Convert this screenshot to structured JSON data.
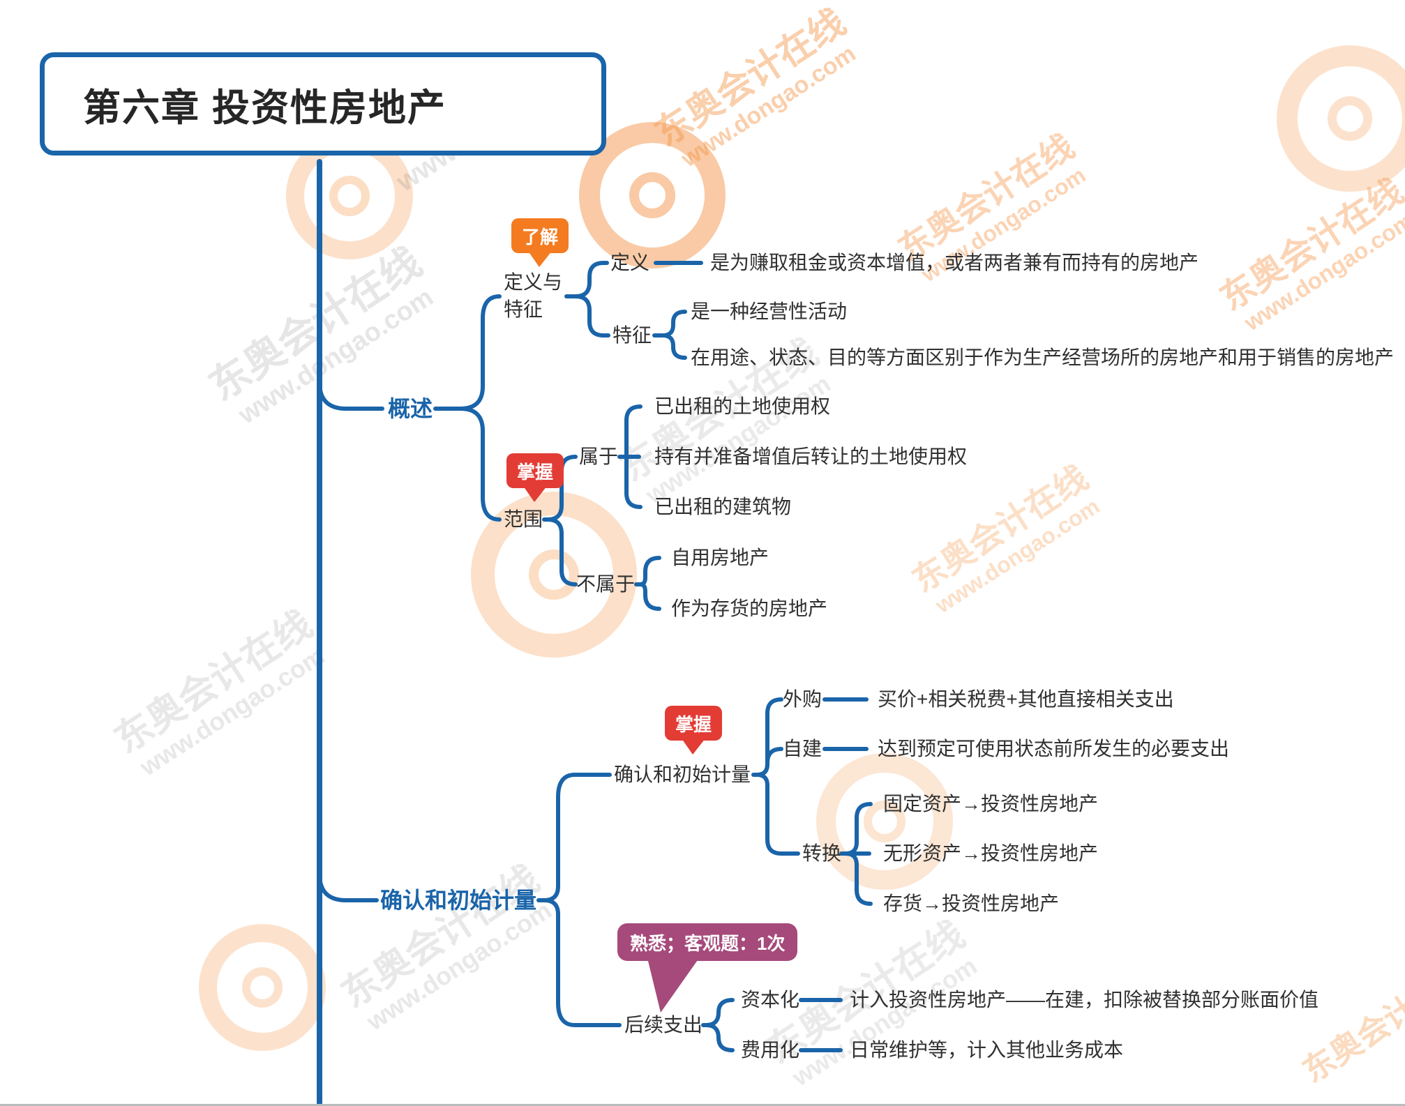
{
  "title": "第六章 投资性房地产",
  "watermark": {
    "line1": "东奥会计在线",
    "line2": "www.dongao.com"
  },
  "colors": {
    "line_blue": "#1A64A9",
    "badge_orange": "#F47B20",
    "badge_red": "#E23C35",
    "badge_purple": "#A54A7B",
    "text_dark": "#303030"
  },
  "badges": {
    "liaojie": "了解",
    "zhangwo_fanwei": "掌握",
    "zhangwo_queren": "掌握",
    "shuxi": "熟悉；客观题：1次"
  },
  "sections": {
    "overview": {
      "label": "概述",
      "dingyi_tezheng": {
        "label": "定义与特征",
        "dingyi": {
          "label": "定义",
          "text": "是为赚取租金或资本增值，或者两者兼有而持有的房地产"
        },
        "tezheng": {
          "label": "特征",
          "items": [
            "是一种经营性活动",
            "在用途、状态、目的等方面区别于作为生产经营场所的房地产和用于销售的房地产"
          ]
        }
      },
      "fanwei": {
        "label": "范围",
        "shuyu": {
          "label": "属于",
          "items": [
            "已出租的土地使用权",
            "持有并准备增值后转让的土地使用权",
            "已出租的建筑物"
          ]
        },
        "bushuyu": {
          "label": "不属于",
          "items": [
            "自用房地产",
            "作为存货的房地产"
          ]
        }
      }
    },
    "recognition": {
      "label": "确认和初始计量",
      "initial": {
        "label": "确认和初始计量",
        "waigou": {
          "label": "外购",
          "text": "买价+相关税费+其他直接相关支出"
        },
        "zijian": {
          "label": "自建",
          "text": "达到预定可使用状态前所发生的必要支出"
        },
        "zhuanhuan": {
          "label": "转换",
          "items": [
            "固定资产→投资性房地产",
            "无形资产→投资性房地产",
            "存货→投资性房地产"
          ]
        }
      },
      "subsequent": {
        "label": "后续支出",
        "zibenhua": {
          "label": "资本化",
          "text": "计入投资性房地产——在建，扣除被替换部分账面价值"
        },
        "feiyonghua": {
          "label": "费用化",
          "text": "日常维护等，计入其他业务成本"
        }
      }
    }
  }
}
